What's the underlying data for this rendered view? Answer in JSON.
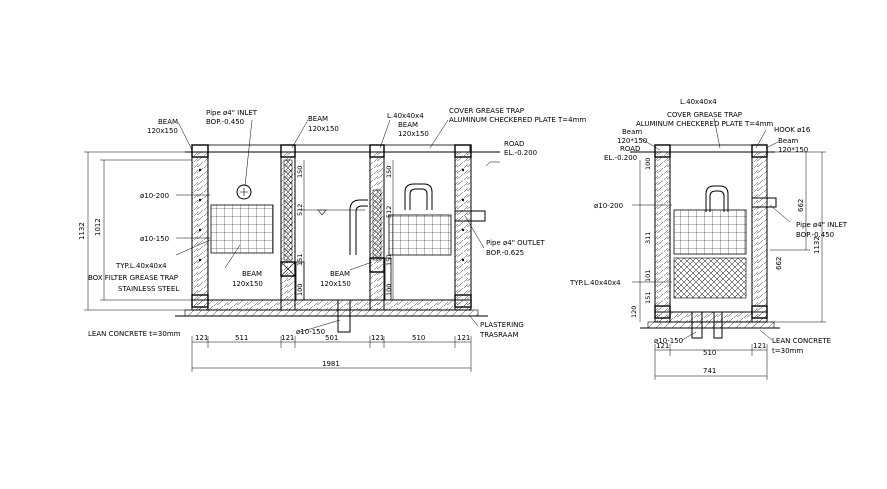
{
  "left_section": {
    "labels": {
      "beam_tl": "BEAM",
      "beam_tl_size": "120x150",
      "pipe_inlet": "Pipe ø4\" INLET",
      "pipe_inlet_bop": "BOP.-0.450",
      "beam_tm": "BEAM",
      "beam_tm_size": "120x150",
      "angle_top": "L.40x40x4",
      "beam_tr": "BEAM",
      "beam_tr_size": "120x150",
      "cover": "COVER GREASE TRAP",
      "cover_plate": "ALUMINUM CHECKERED PLATE T=4mm",
      "road": "ROAD",
      "road_el": "EL.-0.200",
      "rebar1": "ø10-200",
      "rebar2": "ø10-150",
      "typ_angle": "TYP.L.40x40x4",
      "box_filter": "BOX FILTER GREASE TRAP",
      "stainless": "STAINLESS STEEL",
      "beam_bl": "BEAM",
      "beam_bl_size": "120x150",
      "beam_bm": "BEAM",
      "beam_bm_size": "120x150",
      "pipe_outlet": "Pipe ø4\" OUTLET",
      "pipe_outlet_bop": "BOP.-0.625",
      "lean": "LEAN CONCRETE  t=30mm",
      "rebar3": "ø10-150",
      "plastering": "PLASTERING",
      "trasraam": "TRASRAAM"
    },
    "dims": {
      "h_total": "1132",
      "h_inner": "1012",
      "d150a": "150",
      "d150b": "150",
      "d512a": "512",
      "d512b": "512",
      "d151a": "151",
      "d151b": "151",
      "d100a": "100",
      "d100b": "100",
      "d121": "121",
      "d511": "511",
      "d501": "501",
      "d510": "510",
      "total": "1981"
    }
  },
  "right_section": {
    "labels": {
      "angle_top": "L.40x40x4",
      "cover": "COVER GREASE TRAP",
      "cover_plate": "ALUMINUM CHECKERED PLATE T=4mm",
      "beam_l": "Beam",
      "beam_l_size": "120*150",
      "road": "ROAD",
      "road_el": "EL.-0.200",
      "hook": "HOOK ø16",
      "beam_r": "Beam",
      "beam_r_size": "120*150",
      "rebar1": "ø10-200",
      "pipe_inlet": "Pipe ø4\" INLET",
      "pipe_inlet_bop": "BOP.-0.450",
      "typ_angle": "TYP.L.40x40x4",
      "rebar2": "ø10-150",
      "lean": "LEAN CONCRETE",
      "lean_t": "t=30mm"
    },
    "dims": {
      "d100": "100",
      "d311": "311",
      "d120": "120",
      "d151": "151",
      "d101": "101",
      "d662a": "662",
      "d662b": "662",
      "d1132": "1132",
      "d121a": "121",
      "d510": "510",
      "d121b": "121",
      "total": "741"
    }
  }
}
